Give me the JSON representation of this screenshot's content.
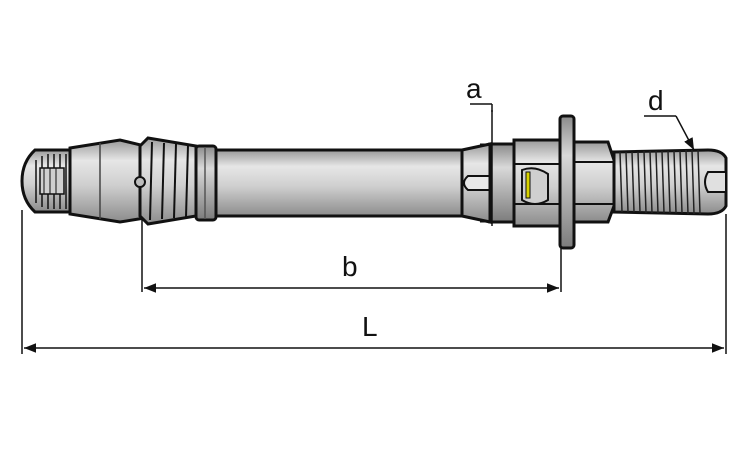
{
  "diagram": {
    "labels": {
      "a": "a",
      "b": "b",
      "d": "d",
      "L": "L"
    },
    "colors": {
      "outline": "#111111",
      "body_fill": "#c8c8c8",
      "body_highlight": "#ececec",
      "shadow": "#8a8a8a",
      "dimension": "#111111",
      "accent_yellow": "#d8d200"
    }
  }
}
